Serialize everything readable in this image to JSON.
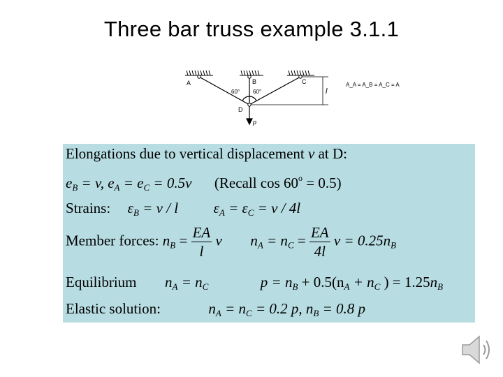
{
  "title": "Three bar truss example 3.1.1",
  "diagram": {
    "labels": {
      "A": "A",
      "B": "B",
      "C": "C",
      "D": "D",
      "p": "p",
      "l": "l"
    },
    "angle_left": "60°",
    "angle_right": "60°",
    "area_note": "A_A = A_B = A_C = A"
  },
  "panel": {
    "elong_heading": "Elongations due to vertical displacement",
    "elong_v": "v",
    "elong_at": "at D:",
    "elong_eq1_rhs1": "= v,",
    "elong_eq1_rhs2": "= 0.5v",
    "elong_recall": "(Recall  cos 60",
    "elong_recall_end": " = 0.5)",
    "strains_label": "Strains:",
    "strains_b_rhs": "= v / l",
    "strains_ac_rhs": "= v / 4l",
    "forces_label": "Member forces:",
    "forces_ea": "EA",
    "forces_l": "l",
    "forces_4l": "4l",
    "forces_v": "v",
    "forces_tail": "v = 0.25",
    "equil_label": "Equilibrium",
    "equil_rhs_a": "p = ",
    "equil_rhs_b": " + 0.5(n",
    "equil_rhs_c": ") = 1.25",
    "elastic_label": "Elastic solution:",
    "elastic_rhs1": " = 0.2 p,  n",
    "elastic_rhs2": " = 0.8 p"
  },
  "colors": {
    "panel_bg": "#b7dde3",
    "text": "#000000"
  },
  "icons": {
    "speaker": "speaker-icon"
  }
}
